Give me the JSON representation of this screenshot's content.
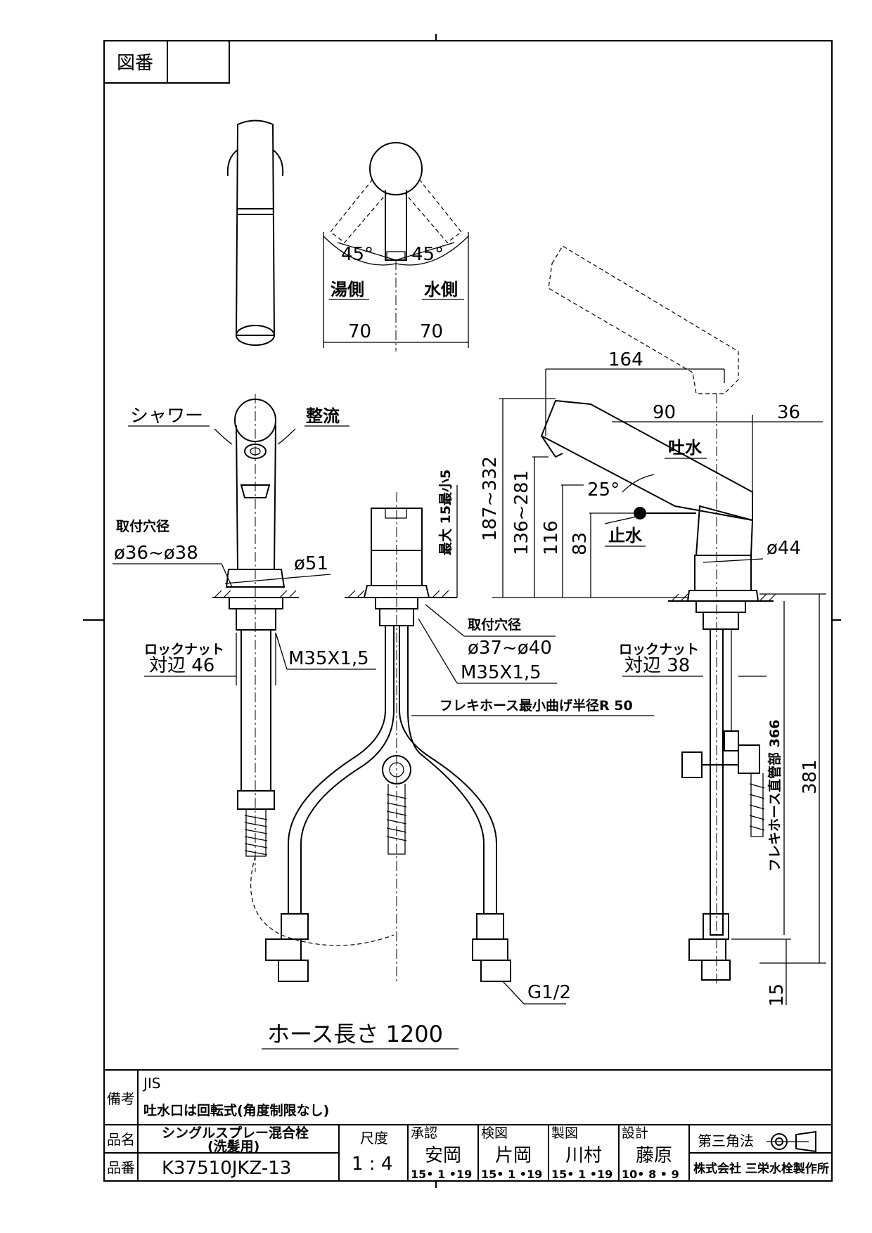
{
  "frame": {
    "zuban_label": "図番"
  },
  "top_view": {
    "angle_left": "45°",
    "angle_right": "45°",
    "hot_side": "湯側",
    "cold_side": "水側",
    "dim_left": "70",
    "dim_right": "70"
  },
  "front_view": {
    "shower": "シャワー",
    "laminar": "整流",
    "mount_hole_label": "取付穴径",
    "mount_hole_range": "ø36~ø38",
    "body_dia": "ø51",
    "locknut_label": "ロックナット",
    "locknut_size": "対辺 46",
    "thread": "M35X1,5"
  },
  "center_view": {
    "max_thickness": "最大 15最小5",
    "mount_hole_label": "取付穴径",
    "mount_hole_range": "ø37~ø40",
    "thread": "M35X1,5",
    "flex_bend": "フレキホース最小曲げ半径R 50",
    "connection": "G1/2"
  },
  "side_view": {
    "dim_164": "164",
    "dim_90": "90",
    "dim_36": "36",
    "dim_187_332": "187~332",
    "dim_136_281": "136~281",
    "dim_116": "116",
    "dim_83": "83",
    "outlet": "吐水",
    "stop": "止水",
    "angle": "25°",
    "dia_44": "ø44",
    "locknut_label": "ロックナット",
    "locknut_size": "対辺 38",
    "flex_straight": "フレキホース直管部 366",
    "dim_381": "381",
    "dim_15": "15"
  },
  "hose_length": "ホース長さ 1200",
  "notes": {
    "label": "備考",
    "line1": "JIS",
    "line2": "吐水口は回転式(角度制限なし)"
  },
  "title_block": {
    "product_name_label": "品名",
    "product_name_line1": "シングルスプレー混合栓",
    "product_name_line2": "(洗髪用)",
    "product_no_label": "品番",
    "product_no": "K37510JKZ-13",
    "scale_label": "尺度",
    "scale_value": "1 : 4",
    "approve_label": "承認",
    "approve_name": "安岡",
    "approve_date": "15• 1 •19",
    "check_label": "検図",
    "check_name": "片岡",
    "check_date": "15• 1 •19",
    "drawn_label": "製図",
    "drawn_name": "川村",
    "drawn_date": "15• 1 •19",
    "design_label": "設計",
    "design_name": "藤原",
    "design_date": "10• 8 • 9",
    "projection": "第三角法",
    "company": "株式会社 三栄水栓製作所"
  }
}
